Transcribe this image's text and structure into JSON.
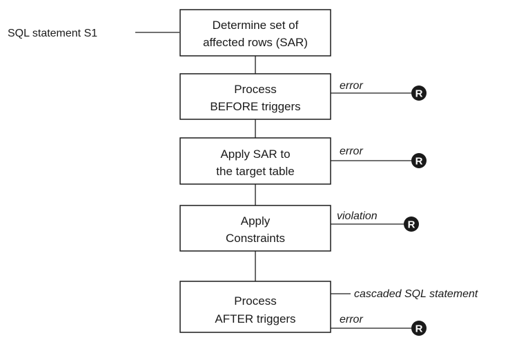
{
  "input_label": "SQL statement S1",
  "boxes": [
    {
      "line1": "Determine set of",
      "line2": "affected rows (SAR)"
    },
    {
      "line1": "Process",
      "line2": "BEFORE triggers"
    },
    {
      "line1": "Apply SAR to",
      "line2": "the target table"
    },
    {
      "line1": "Apply",
      "line2": "Constraints"
    },
    {
      "line1": "Process",
      "line2": "AFTER triggers"
    }
  ],
  "branches": {
    "before_triggers": {
      "label": "error",
      "marker": "R"
    },
    "apply_sar": {
      "label": "error",
      "marker": "R"
    },
    "constraints": {
      "label": "violation",
      "marker": "R"
    },
    "after_triggers_cascade": {
      "label": "cascaded SQL statement"
    },
    "after_triggers_error": {
      "label": "error",
      "marker": "R"
    }
  }
}
